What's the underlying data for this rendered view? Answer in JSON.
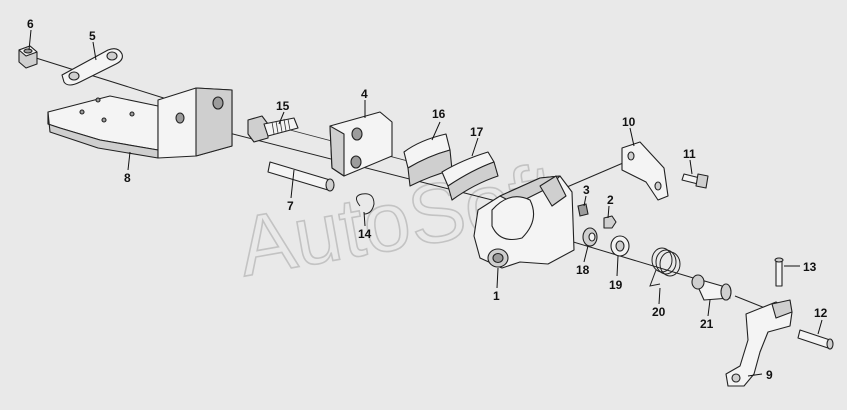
{
  "watermark": "AutoSoft",
  "callouts": {
    "c1": "1",
    "c2": "2",
    "c3": "3",
    "c4": "4",
    "c5": "5",
    "c6": "6",
    "c7": "7",
    "c8": "8",
    "c9": "9",
    "c10": "10",
    "c11": "11",
    "c12": "12",
    "c13": "13",
    "c14": "14",
    "c15": "15",
    "c16": "16",
    "c17": "17",
    "c18": "18",
    "c19": "19",
    "c20": "20",
    "c21": "21"
  },
  "colors": {
    "background": "#e9e9e9",
    "ink": "#222222",
    "watermark": "#bdbdbd"
  }
}
